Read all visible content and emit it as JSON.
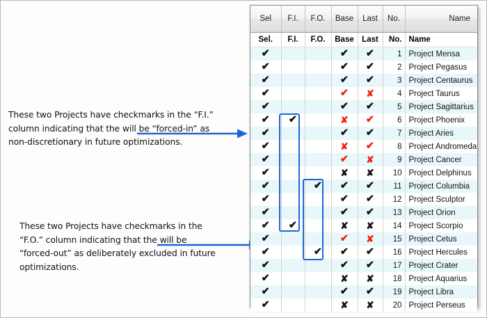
{
  "annotations": {
    "fi_note": "These two Projects have checkmarks in the “F.I.” column indicating that the will be “forced-in” as non-discretionary in future optimizations.",
    "fo_note": "These two Projects have checkmarks in the “F.O.” column indicating that the will be “forced-out” as deliberately excluded in future optimizations."
  },
  "table": {
    "outer_headers": [
      "Sel",
      "F.I.",
      "F.O.",
      "Base",
      "Last",
      "No.",
      "Name"
    ],
    "inner_headers": [
      "Sel.",
      "F.I.",
      "F.O.",
      "Base",
      "Last",
      "No.",
      "Name"
    ],
    "rows": [
      {
        "sel": "check-black",
        "fi": "",
        "fo": "",
        "base": "check-black",
        "last": "check-black",
        "no": "1",
        "name": "Project Mensa"
      },
      {
        "sel": "check-black",
        "fi": "",
        "fo": "",
        "base": "check-black",
        "last": "check-black",
        "no": "2",
        "name": "Project Pegasus"
      },
      {
        "sel": "check-black",
        "fi": "",
        "fo": "",
        "base": "check-black",
        "last": "check-black",
        "no": "3",
        "name": "Project Centaurus"
      },
      {
        "sel": "check-black",
        "fi": "",
        "fo": "",
        "base": "check-red",
        "last": "cross-red",
        "no": "4",
        "name": "Project Taurus"
      },
      {
        "sel": "check-black",
        "fi": "",
        "fo": "",
        "base": "check-black",
        "last": "check-black",
        "no": "5",
        "name": "Project Sagittarius"
      },
      {
        "sel": "check-black",
        "fi": "check-black",
        "fo": "",
        "base": "cross-red",
        "last": "check-red",
        "no": "6",
        "name": "Project Phoenix"
      },
      {
        "sel": "check-black",
        "fi": "",
        "fo": "",
        "base": "check-black",
        "last": "check-black",
        "no": "7",
        "name": "Project Aries"
      },
      {
        "sel": "check-black",
        "fi": "",
        "fo": "",
        "base": "cross-red",
        "last": "check-red",
        "no": "8",
        "name": "Project Andromeda"
      },
      {
        "sel": "check-black",
        "fi": "",
        "fo": "",
        "base": "check-red",
        "last": "cross-red",
        "no": "9",
        "name": "Project Cancer"
      },
      {
        "sel": "check-black",
        "fi": "",
        "fo": "",
        "base": "cross-black",
        "last": "cross-black",
        "no": "10",
        "name": "Project Delphinus"
      },
      {
        "sel": "check-black",
        "fi": "",
        "fo": "check-black",
        "base": "check-black",
        "last": "check-black",
        "no": "11",
        "name": "Project Columbia"
      },
      {
        "sel": "check-black",
        "fi": "",
        "fo": "",
        "base": "check-black",
        "last": "check-black",
        "no": "12",
        "name": "Project Sculptor"
      },
      {
        "sel": "check-black",
        "fi": "",
        "fo": "",
        "base": "check-black",
        "last": "check-black",
        "no": "13",
        "name": "Project Orion"
      },
      {
        "sel": "check-black",
        "fi": "check-black",
        "fo": "",
        "base": "cross-black",
        "last": "cross-black",
        "no": "14",
        "name": "Project Scorpio"
      },
      {
        "sel": "check-black",
        "fi": "",
        "fo": "",
        "base": "check-red",
        "last": "cross-red",
        "no": "15",
        "name": "Project Cetus"
      },
      {
        "sel": "check-black",
        "fi": "",
        "fo": "check-black",
        "base": "check-black",
        "last": "check-black",
        "no": "16",
        "name": "Project Hercules"
      },
      {
        "sel": "check-black",
        "fi": "",
        "fo": "",
        "base": "check-black",
        "last": "check-black",
        "no": "17",
        "name": "Project Crater"
      },
      {
        "sel": "check-black",
        "fi": "",
        "fo": "",
        "base": "cross-black",
        "last": "cross-black",
        "no": "18",
        "name": "Project Aquarius"
      },
      {
        "sel": "check-black",
        "fi": "",
        "fo": "",
        "base": "check-black",
        "last": "check-black",
        "no": "19",
        "name": "Project Libra"
      },
      {
        "sel": "check-black",
        "fi": "",
        "fo": "",
        "base": "cross-black",
        "last": "cross-black",
        "no": "20",
        "name": "Project Perseus"
      }
    ]
  },
  "colors": {
    "highlight_border": "#1f63d8",
    "arrow": "#1f63d8",
    "mark_red": "#ee2211",
    "mark_black": "#111111",
    "row_stripe": "#e8f8fa"
  }
}
